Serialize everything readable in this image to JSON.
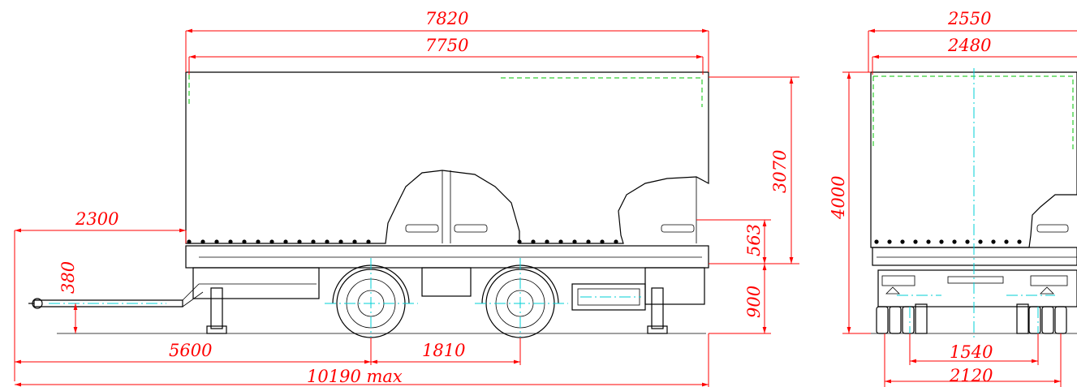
{
  "dimensions": {
    "side_overall_length": "7820",
    "side_body_length": "7750",
    "tarp_height": "3070",
    "side_height_563": "563",
    "deck_height": "900",
    "drawbar_reach": "2300",
    "coupling_height": "380",
    "front_to_axle": "5600",
    "axle_spacing": "1810",
    "total_length": "10190 max",
    "front_overall_width": "2550",
    "front_body_width": "2480",
    "overall_height": "4000",
    "track_inner": "1540",
    "track_outer": "2120"
  },
  "colors": {
    "dimension_lines": "#ff0000",
    "center_lines": "#00cfd6",
    "hidden_lines": "#00c000",
    "outline": "#000000"
  }
}
